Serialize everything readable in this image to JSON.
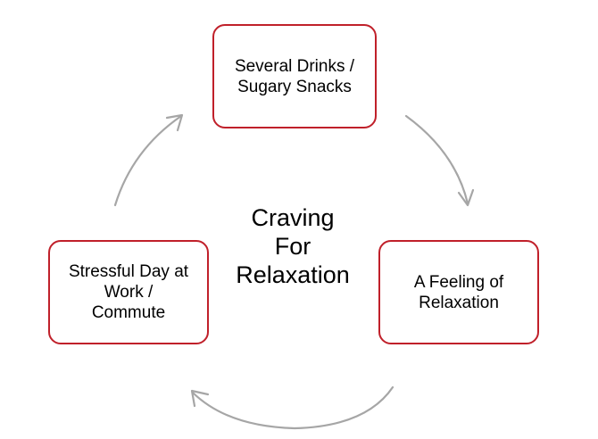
{
  "diagram": {
    "center_title": "Craving\nFor\nRelaxation",
    "nodes": [
      {
        "id": "top",
        "label": "Several Drinks /\nSugary Snacks"
      },
      {
        "id": "right",
        "label": "A Feeling of\nRelaxation"
      },
      {
        "id": "left",
        "label": "Stressful Day at\nWork /\nCommute"
      }
    ],
    "colors": {
      "box_border": "#c0202a",
      "arrow": "#a6a6a6",
      "text": "#000000"
    }
  }
}
